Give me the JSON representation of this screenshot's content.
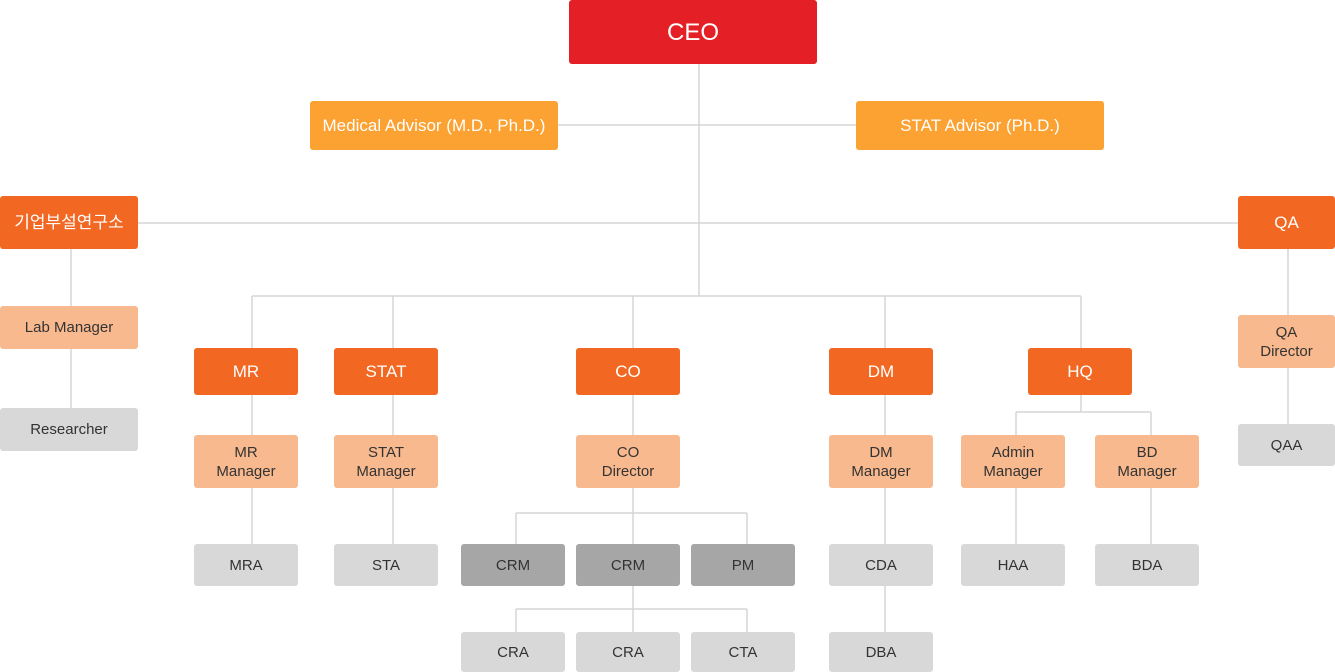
{
  "nodes": {
    "ceo": "CEO",
    "medical_advisor": "Medical Advisor (M.D., Ph.D.)",
    "stat_advisor": "STAT Advisor (Ph.D.)",
    "research_institute": "기업부설연구소",
    "qa": "QA",
    "lab_manager": "Lab Manager",
    "researcher": "Researcher",
    "qa_director": "QA\nDirector",
    "qaa": "QAA",
    "mr": "MR",
    "stat": "STAT",
    "co": "CO",
    "dm": "DM",
    "hq": "HQ",
    "mr_manager": "MR\nManager",
    "stat_manager": "STAT\nManager",
    "co_director": "CO\nDirector",
    "dm_manager": "DM\nManager",
    "admin_manager": "Admin\nManager",
    "bd_manager": "BD\nManager",
    "mra": "MRA",
    "sta": "STA",
    "crm_1": "CRM",
    "crm_2": "CRM",
    "pm": "PM",
    "cda": "CDA",
    "haa": "HAA",
    "bda": "BDA",
    "cra_1": "CRA",
    "cra_2": "CRA",
    "cta": "CTA",
    "dba": "DBA"
  },
  "colors": {
    "ceo": "#e41f26",
    "advisor": "#fba232",
    "department": "#f26722",
    "manager": "#f9b98e",
    "staff": "#d8d8d8",
    "staff_dark": "#a6a6a6",
    "connector": "#d5d5d5"
  }
}
